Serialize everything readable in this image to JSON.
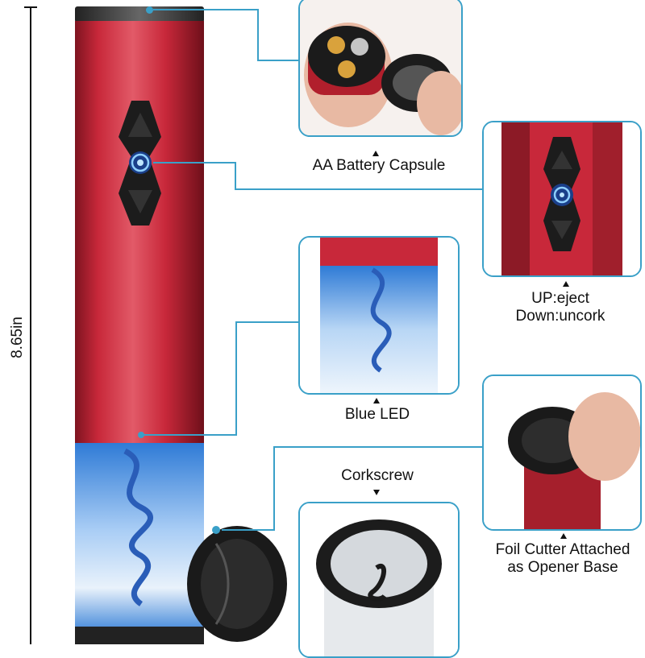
{
  "dimension": {
    "height_label": "8.65in"
  },
  "callouts": {
    "battery": {
      "label": "AA Battery Capsule"
    },
    "button": {
      "line1": "UP:eject",
      "line2": "Down:uncork"
    },
    "led": {
      "label": "Blue LED"
    },
    "corkscrew": {
      "label": "Corkscrew"
    },
    "foil": {
      "line1": "Foil Cutter Attached",
      "line2": "as Opener Base"
    }
  },
  "colors": {
    "body_red": "#c8283a",
    "led_blue": "#2f7bd6",
    "callout_line": "#3aa0c8",
    "button_black": "#1a1a1a"
  }
}
